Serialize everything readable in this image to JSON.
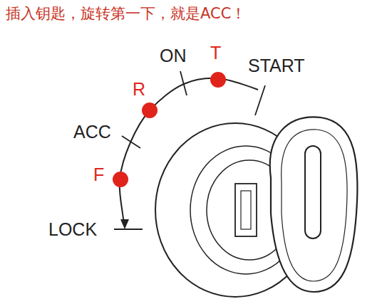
{
  "diagram": {
    "title": "插入钥匙，旋转第一下，就是ACC！",
    "labels": [
      "ON",
      "T",
      "START",
      "R",
      "ACC",
      "F",
      "LOCK"
    ]
  }
}
